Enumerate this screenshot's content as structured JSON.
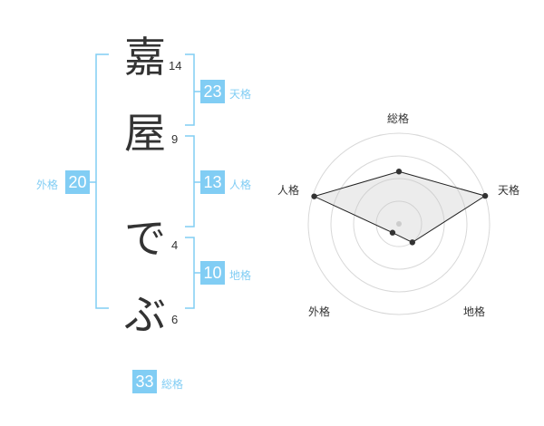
{
  "colors": {
    "accent": "#81cdf4",
    "text": "#333333"
  },
  "name_chars": [
    {
      "char": "嘉",
      "strokes": "14"
    },
    {
      "char": "屋",
      "strokes": "9"
    },
    {
      "char": "で",
      "strokes": "4"
    },
    {
      "char": "ぶ",
      "strokes": "6"
    }
  ],
  "grades": {
    "tenkaku": {
      "value": "23",
      "label": "天格"
    },
    "jinkaku": {
      "value": "13",
      "label": "人格"
    },
    "chikaku": {
      "value": "10",
      "label": "地格"
    },
    "gaikaku": {
      "value": "20",
      "label": "外格"
    },
    "soukaku": {
      "value": "33",
      "label": "総格"
    }
  },
  "radar": {
    "axes": [
      "総格",
      "天格",
      "地格",
      "外格",
      "人格"
    ],
    "values": [
      0.52,
      1.0,
      0.15,
      0.0,
      0.98
    ],
    "ring_count": 4
  }
}
